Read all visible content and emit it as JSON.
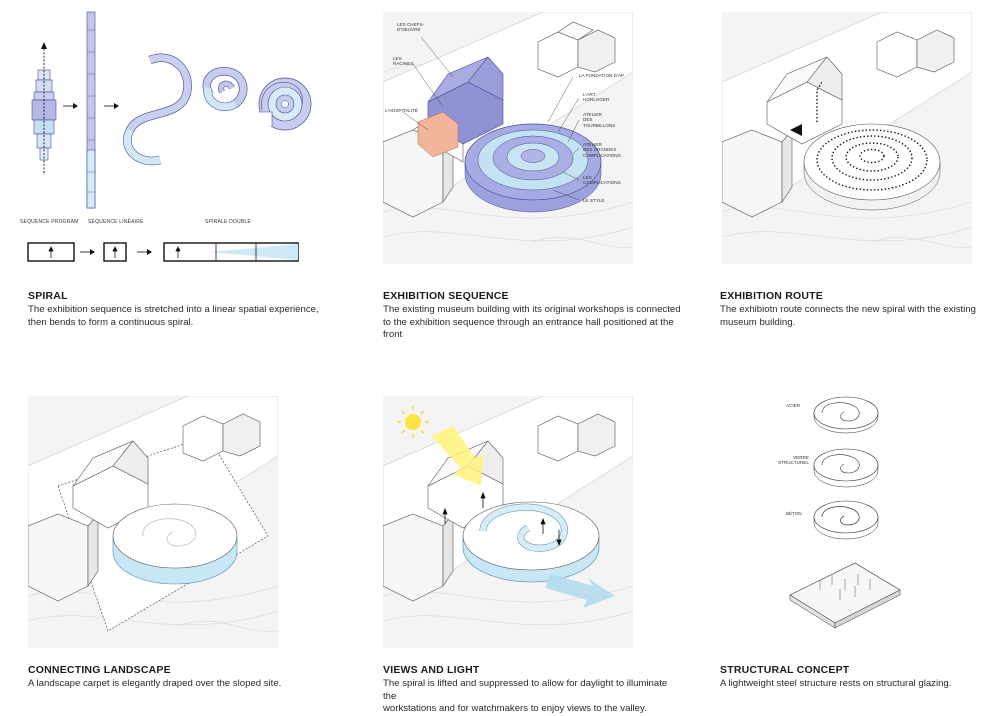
{
  "panels": [
    {
      "id": "spiral",
      "title": "SPIRAL",
      "text_line1": "The exhibition sequence is stretched into a linear spatial experience,",
      "text_line2": "then bends to form a continuous spiral.",
      "labels": {
        "sequence_program": "SEQUENCE PROGRAM",
        "sequence_lineaire": "SEQUENCE LINÉAIRE",
        "spirale_double": "SPIRALE DOUBLE"
      }
    },
    {
      "id": "exhibition-sequence",
      "title": "EXHIBITION SEQUENCE",
      "text_line1": "The existing museum building with its original workshops is connected",
      "text_line2": "to the exhibition sequence through an entrance hall positioned at the",
      "text_line3": "front",
      "labels": {
        "chefs_doeuvre_1": "LES CHEFS-",
        "chefs_doeuvre_2": "D'OEUVRE",
        "racines_1": "LES",
        "racines_2": "RACINES",
        "hospitalite": "L'HOSPITALITÉ",
        "fondation": "LA FONDATION D'AP",
        "art_horloger_1": "L'ART",
        "art_horloger_2": "HORLOGER",
        "atelier_tourbillons_1": "ATELIER",
        "atelier_tourbillons_2": "DES",
        "atelier_tourbillons_3": "TOURBILLONS",
        "atelier_complications_1": "ATELIER",
        "atelier_complications_2": "DES GRANDES",
        "atelier_complications_3": "COMPLICATIONS",
        "complications_1": "LES",
        "complications_2": "COMPLICATIONS",
        "style": "LE STYLE"
      }
    },
    {
      "id": "exhibition-route",
      "title": "EXHIBITION ROUTE",
      "text_line1": "The exhibiotn route connects the new spiral with the existing",
      "text_line2": "museum building."
    },
    {
      "id": "connecting-landscape",
      "title": "CONNECTING LANDSCAPE",
      "text_line1": "A landscape carpet is elegantly draped over the sloped site."
    },
    {
      "id": "views-and-light",
      "title": "VIEWS AND LIGHT",
      "text_line1": "The spiral is lifted and suppressed to allow for daylight to illuminate the",
      "text_line2": "workstations and for watchmakers to enjoy views to the valley."
    },
    {
      "id": "structural-concept",
      "title": "STRUCTURAL CONCEPT",
      "text_line1": "A lightweight steel structure rests on structural glazing.",
      "labels": {
        "acier": "ACIER",
        "verre_1": "VERRE",
        "verre_2": "STRUCTUREL",
        "beton": "BÉTON"
      }
    }
  ],
  "colors": {
    "spiral_blue": "#c9e3f1",
    "spiral_violet": "#b6b8e6",
    "ramp_light": "#d7ecf7",
    "orange": "#f2b49a",
    "line": "#2a2a2a",
    "contour": "#d6d6d6",
    "ground": "#e8e8e8",
    "sun": "#ffe343",
    "arrow_blue": "#b3dcef"
  }
}
